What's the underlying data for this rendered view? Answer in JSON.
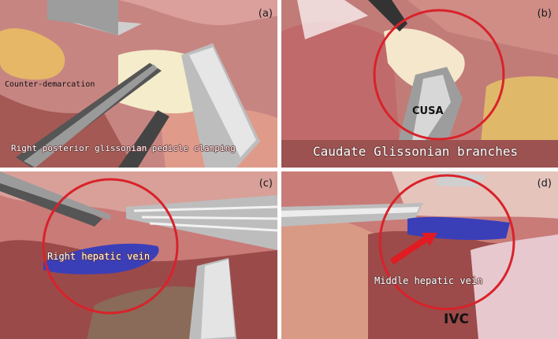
{
  "panels": {
    "a": {
      "tag": "(a)",
      "labels": {
        "counter": "Counter-demarcation",
        "caption": "Right posterior glissonian pedicle clamping"
      }
    },
    "b": {
      "tag": "(b)",
      "labels": {
        "tool": "CUSA",
        "caption": "Caudate Glissonian branches"
      }
    },
    "c": {
      "tag": "(c)",
      "labels": {
        "vein": "Right hepatic vein"
      }
    },
    "d": {
      "tag": "(d)",
      "labels": {
        "vein": "Middle hepatic vein",
        "ivc": "IVC"
      }
    }
  },
  "colors": {
    "tissue": "#c98582",
    "tissue_dark": "#a85b56",
    "fat": "#e0b86a",
    "vein": "#3a3fb8",
    "circle": "#d9222a",
    "arrow": "#e11b22"
  }
}
